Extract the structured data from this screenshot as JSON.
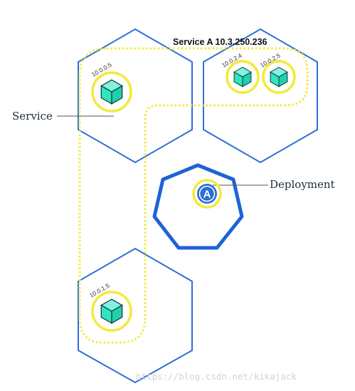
{
  "service_title": "Service A 10.3.250.236",
  "labels": {
    "service": "Service",
    "deployment": "Deployment"
  },
  "deployment_symbol": "A",
  "pods": [
    {
      "ip": "10.0.0.5"
    },
    {
      "ip": "10.0.2.4"
    },
    {
      "ip": "10.0.2.5"
    },
    {
      "ip": "10.0.1.5"
    }
  ],
  "watermark": "https://blog.csdn.net/kikajack",
  "colors": {
    "node_border": "#2f6fd8",
    "deployment_border": "#1d63d6",
    "service_outline": "#f2ea3a",
    "pod_ring": "#f2ea3a",
    "pod_cube": "#2ee6c4",
    "pod_cube_stroke": "#1a3a3a",
    "deployment_badge": "#2a6fd6"
  }
}
